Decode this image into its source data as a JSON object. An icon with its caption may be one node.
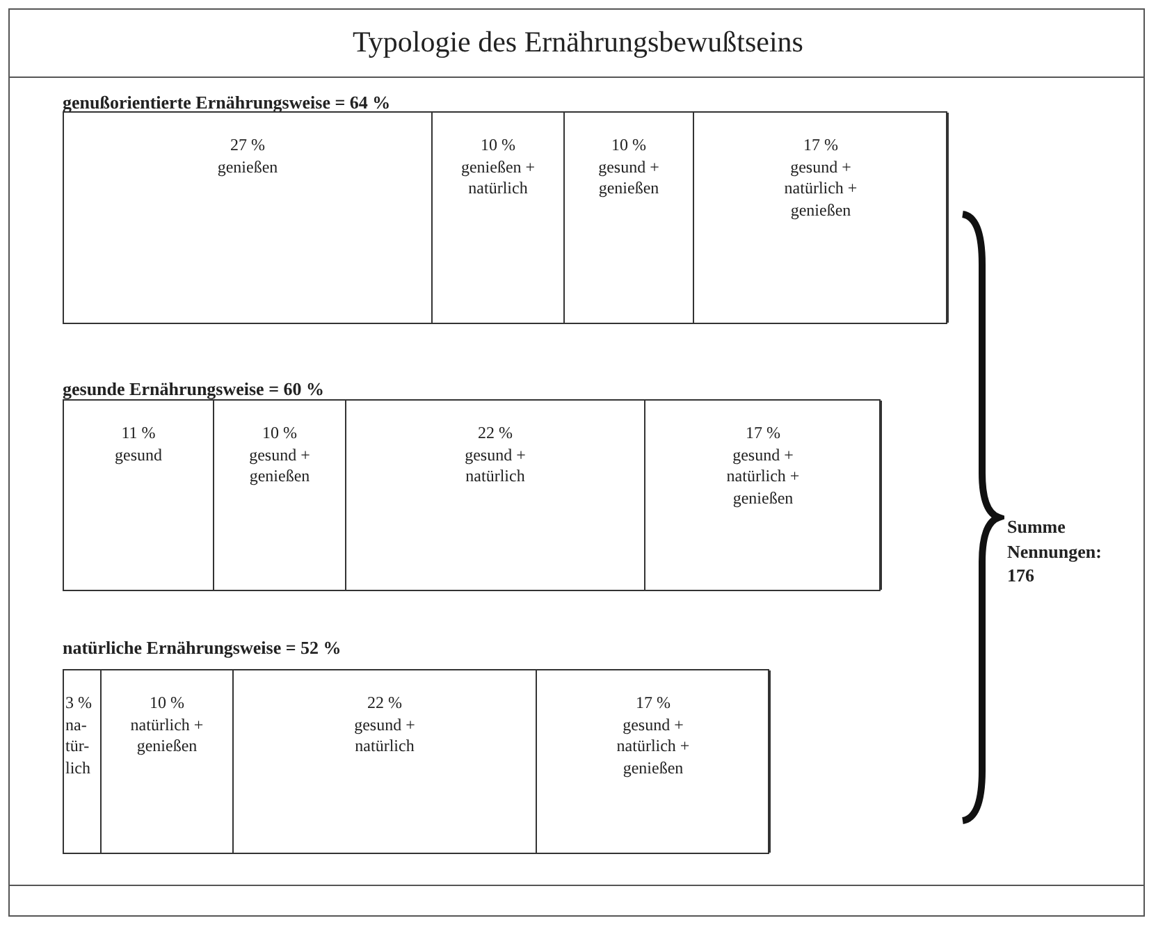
{
  "diagram": {
    "title": "Typologie des Ernährungsbewußtseins",
    "nodes": [
      {
        "text": [
          "genußorientierte Ernährungsweise = 64 %"
        ]
      },
      {
        "text": [
          "27 %",
          "genießen"
        ],
        "in": 0
      },
      {
        "text": [
          "10 %",
          "genießen + natürlich"
        ],
        "in": 0
      },
      {
        "text": [
          "10 %",
          "gesund + genießen"
        ],
        "in": 0
      },
      {
        "text": [
          "17 %",
          "gesund + natürlich + genießen"
        ],
        "in": 0
      },
      {
        "text": [
          "gesunde Ernährungsweise = 60 %"
        ]
      },
      {
        "text": [
          "11 %",
          "gesund"
        ],
        "in": 5
      },
      {
        "text": [
          "10 %",
          "gesund + genießen"
        ],
        "in": 5
      },
      {
        "text": [
          "22 %",
          "gesund + natürlich"
        ],
        "in": 5
      },
      {
        "text": [
          "17 %",
          "gesund + natürlich + genießen"
        ],
        "in": 5
      },
      {
        "text": [
          "natürliche Ernährungsweise = 52 %"
        ]
      },
      {
        "text": [
          "3 %",
          "na- tür- lich"
        ],
        "in": 10
      },
      {
        "text": [
          "10 %",
          "natürlich + genießen"
        ],
        "in": 10
      },
      {
        "text": [
          "22 %",
          "gesund + natürlich"
        ],
        "in": 10
      },
      {
        "text": [
          "17 %",
          "gesund + natürlich + genießen"
        ],
        "in": 10
      }
    ],
    "labels": [
      "Summe Nennungen: 176"
    ]
  }
}
